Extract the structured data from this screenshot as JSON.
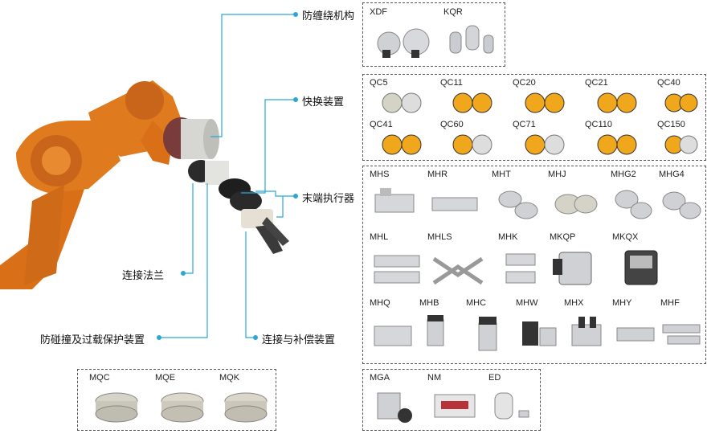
{
  "colors": {
    "robot": "#e07a1f",
    "connector": "#2aa7d8",
    "border": "#555555",
    "metal": "#c9ccd0",
    "gold": "#f0a71c"
  },
  "callouts": {
    "anti_wrap": "防缠绕机构",
    "quick_change": "快换装置",
    "end_effector": "末端执行器",
    "flange": "连接法兰",
    "collision": "防碰撞及过载保护装置",
    "compensation": "连接与补偿装置"
  },
  "groups": {
    "swivel": [
      "XDF",
      "KQR"
    ],
    "quick_change_row1": [
      "QC5",
      "QC11",
      "QC20",
      "QC21",
      "QC40"
    ],
    "quick_change_row2": [
      "QC41",
      "QC60",
      "QC71",
      "QC110",
      "QC150"
    ],
    "gripper_row1": [
      "MHS",
      "MHR",
      "MHT",
      "MHJ",
      "MHG2",
      "MHG4"
    ],
    "gripper_row2": [
      "MHL",
      "MHLS",
      "MHK",
      "MKQP",
      "MKQX"
    ],
    "gripper_row3": [
      "MHQ",
      "MHB",
      "MHC",
      "MHW",
      "MHX",
      "MHY",
      "MHF"
    ],
    "misc": [
      "MGA",
      "NM",
      "ED"
    ],
    "collision": [
      "MQC",
      "MQE",
      "MQK"
    ]
  }
}
